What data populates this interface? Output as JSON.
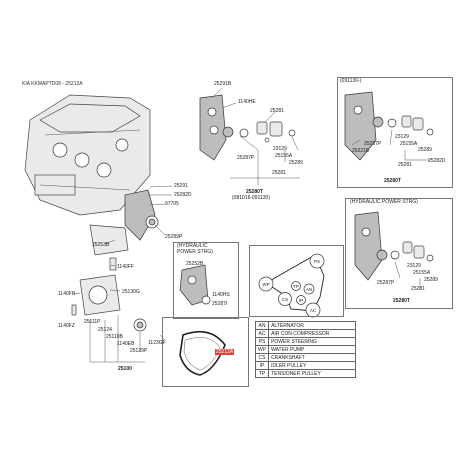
{
  "title": "KIA KKMAPTD08 - 25212A",
  "callouts": {
    "c25291B": "25291B",
    "c1140HE": "1140HE",
    "c25281a": "25281",
    "c25287P": "25287P",
    "c23129a": "23129",
    "c25155Aa": "25155A",
    "c25289a": "25289",
    "c25280Ta": "25280T",
    "c25280Ta_range": "(081016-091130)",
    "c25291": "25291",
    "c25282D": "25282D",
    "c97705": "97705",
    "c25289P": "25289P",
    "c25253B": "25253B",
    "c1140FF": "1140FF",
    "c1140FR": "1140FR",
    "c1140FZ": "1140FZ",
    "c25130G": "25130G",
    "c25111P": "25111P",
    "c25124": "25124",
    "c25110B": "25110B",
    "c1140EB": "1140EB",
    "c25129P": "25129P",
    "c25100": "25100",
    "c1123GF": "1123GF",
    "c25252B": "25252B",
    "c1140HS": "1140HS",
    "c25287I": "25287I",
    "c25212A": "25212A",
    "r_range": "(091130-)",
    "r25221B": "25221B",
    "r25287P": "25287P",
    "r23129": "23129",
    "r25155A": "25155A",
    "r25289": "25289",
    "r25282D": "25282D",
    "r25281": "25281",
    "r25280T": "25280T",
    "h25287P": "25287P",
    "h23129": "23129",
    "h25155A": "25155A",
    "h25289": "25289",
    "h25281": "25281",
    "h25280T": "25280T"
  },
  "boxes": {
    "hydraulic_mid": "(HYDRAULIC\nPOWER STRG)",
    "hydraulic_right": "(HYDRAULIC POWER STRG)"
  },
  "pulley_labels": [
    "PS",
    "WP",
    "TP",
    "AN",
    "CS",
    "IP",
    "AC"
  ],
  "legend": [
    {
      "code": "AN",
      "desc": "ALTERNATOR"
    },
    {
      "code": "AC",
      "desc": "AIR CON COMPRESSOR"
    },
    {
      "code": "PS",
      "desc": "POWER STEERING"
    },
    {
      "code": "WP",
      "desc": "WATER PUMP"
    },
    {
      "code": "CS",
      "desc": "CRANKSHAFT"
    },
    {
      "code": "IP",
      "desc": "IDLER PULLEY"
    },
    {
      "code": "TP",
      "desc": "TENSIONER PULLEY"
    }
  ],
  "colors": {
    "highlight": "#e04040",
    "line": "#555555",
    "border": "#777777"
  }
}
